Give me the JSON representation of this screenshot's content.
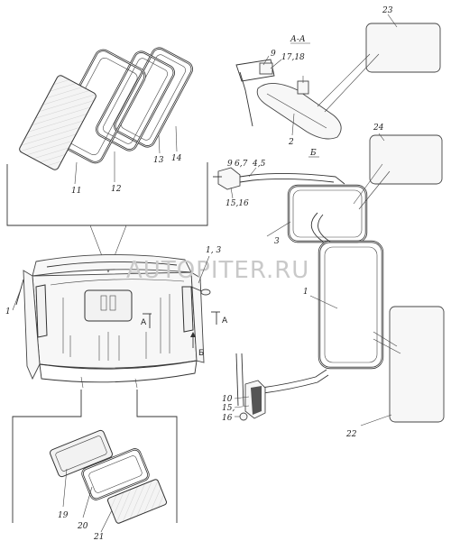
{
  "watermark": "AUTOPITER.RU",
  "section_label": "А-А",
  "view_label": "Б",
  "cut_labels": {
    "a_left": "А",
    "a_right": "А",
    "b": "Б"
  },
  "callouts": {
    "c1_left": "1",
    "c1_right": "1",
    "c1_3": "1, 3",
    "c2": "2",
    "c3": "3",
    "c4_5": "4,5",
    "c6_7": "6,7",
    "c9_top": "9",
    "c9_mid": "9",
    "c10": "10",
    "c11": "11",
    "c12": "12",
    "c13": "13",
    "c14": "14",
    "c15": "15,",
    "c15_16": "15,16",
    "c16": "16",
    "c17_18": "17,18",
    "c19": "19",
    "c20": "20",
    "c21": "21",
    "c22": "22",
    "c23": "23",
    "c24": "24"
  }
}
